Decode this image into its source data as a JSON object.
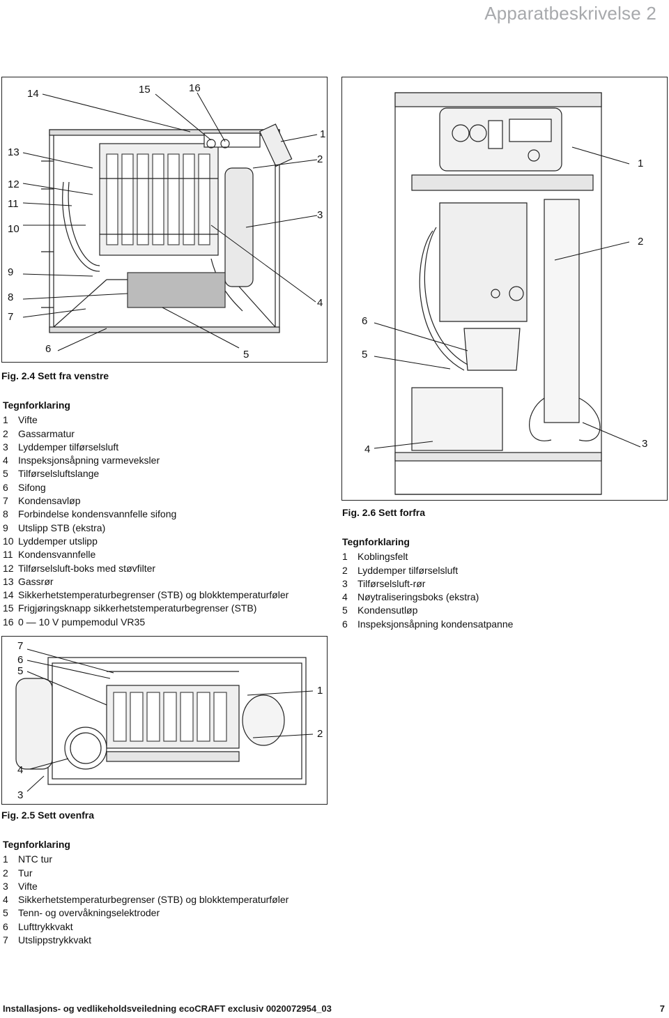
{
  "header": {
    "title": "Apparatbeskrivelse 2"
  },
  "fig24": {
    "caption": "Fig. 2.4 Sett fra venstre",
    "callouts": [
      "1",
      "2",
      "3",
      "4",
      "5",
      "6",
      "7",
      "8",
      "9",
      "10",
      "11",
      "12",
      "13",
      "14",
      "15",
      "16"
    ],
    "legend_title": "Tegnforklaring",
    "legend": [
      {
        "num": "1",
        "text": "Vifte"
      },
      {
        "num": "2",
        "text": "Gassarmatur"
      },
      {
        "num": "3",
        "text": "Lyddemper tilførselsluft"
      },
      {
        "num": "4",
        "text": "Inspeksjonsåpning varmeveksler"
      },
      {
        "num": "5",
        "text": "Tilførselsluftslange"
      },
      {
        "num": "6",
        "text": "Sifong"
      },
      {
        "num": "7",
        "text": "Kondensavløp"
      },
      {
        "num": "8",
        "text": "Forbindelse kondensvannfelle sifong"
      },
      {
        "num": "9",
        "text": "Utslipp STB (ekstra)"
      },
      {
        "num": "10",
        "text": "Lyddemper utslipp"
      },
      {
        "num": "11",
        "text": "Kondensvannfelle"
      },
      {
        "num": "12",
        "text": "Tilførselsluft-boks med støvfilter"
      },
      {
        "num": "13",
        "text": "Gassrør"
      },
      {
        "num": "14",
        "text": "Sikkerhetstemperaturbegrenser (STB) og blokktemperaturføler"
      },
      {
        "num": "15",
        "text": "Frigjøringsknapp sikkerhetstemperaturbegrenser (STB)"
      },
      {
        "num": "16",
        "text": "0 — 10 V pumpemodul VR35"
      }
    ]
  },
  "fig26": {
    "caption": "Fig. 2.6 Sett forfra",
    "callouts": [
      "1",
      "2",
      "3",
      "4",
      "5",
      "6"
    ],
    "legend_title": "Tegnforklaring",
    "legend": [
      {
        "num": "1",
        "text": "Koblingsfelt"
      },
      {
        "num": "2",
        "text": "Lyddemper tilførselsluft"
      },
      {
        "num": "3",
        "text": "Tilførselsluft-rør"
      },
      {
        "num": "4",
        "text": "Nøytraliseringsboks (ekstra)"
      },
      {
        "num": "5",
        "text": "Kondensutløp"
      },
      {
        "num": "6",
        "text": "Inspeksjonsåpning kondensatpanne"
      }
    ]
  },
  "fig25": {
    "caption": "Fig. 2.5 Sett ovenfra",
    "callouts": [
      "1",
      "2",
      "3",
      "4",
      "5",
      "6",
      "7"
    ],
    "legend_title": "Tegnforklaring",
    "legend": [
      {
        "num": "1",
        "text": "NTC tur"
      },
      {
        "num": "2",
        "text": "Tur"
      },
      {
        "num": "3",
        "text": "Vifte"
      },
      {
        "num": "4",
        "text": "Sikkerhetstemperaturbegrenser (STB) og blokktemperaturføler"
      },
      {
        "num": "5",
        "text": "Tenn- og overvåkningselektroder"
      },
      {
        "num": "6",
        "text": "Lufttrykkvakt"
      },
      {
        "num": "7",
        "text": "Utslippstrykkvakt"
      }
    ]
  },
  "footer": {
    "left": "Installasjons- og vedlikeholdsveiledning ecoCRAFT exclusiv 0020072954_03",
    "page": "7"
  }
}
